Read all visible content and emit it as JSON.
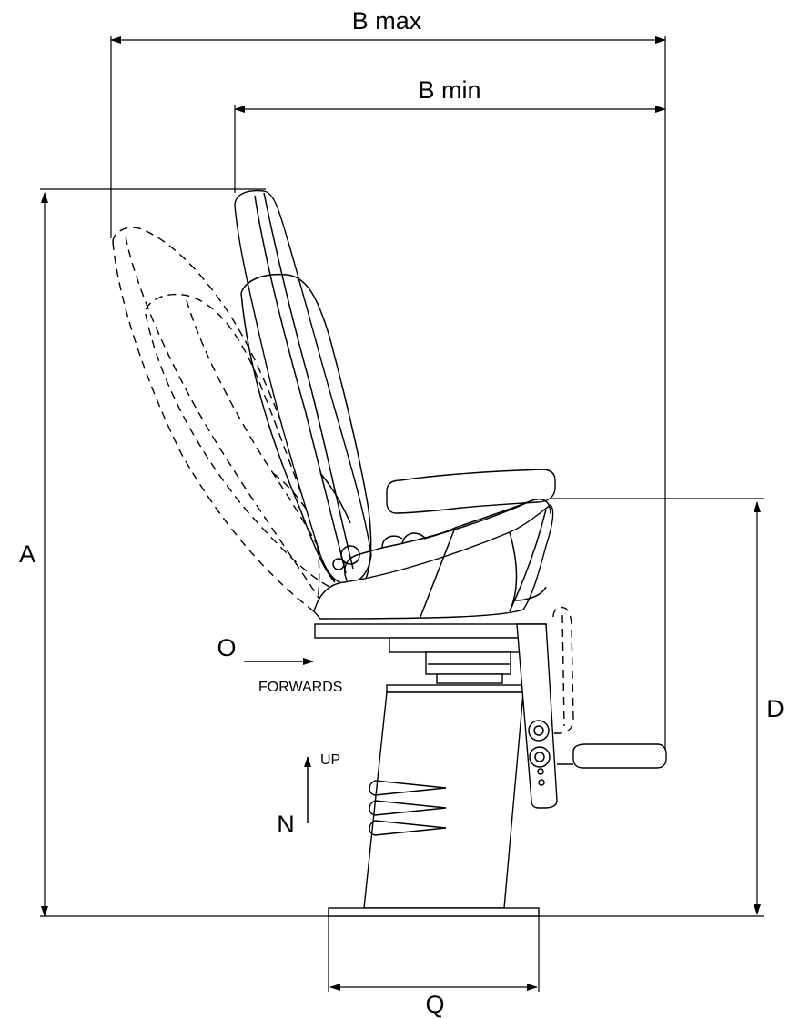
{
  "labels": {
    "b_max": "B max",
    "b_min": "B min",
    "a": "A",
    "d": "D",
    "q": "Q",
    "o": "O",
    "n": "N",
    "forwards": "FORWARDS",
    "up": "UP"
  },
  "colors": {
    "line": "#000000",
    "background": "#ffffff"
  }
}
